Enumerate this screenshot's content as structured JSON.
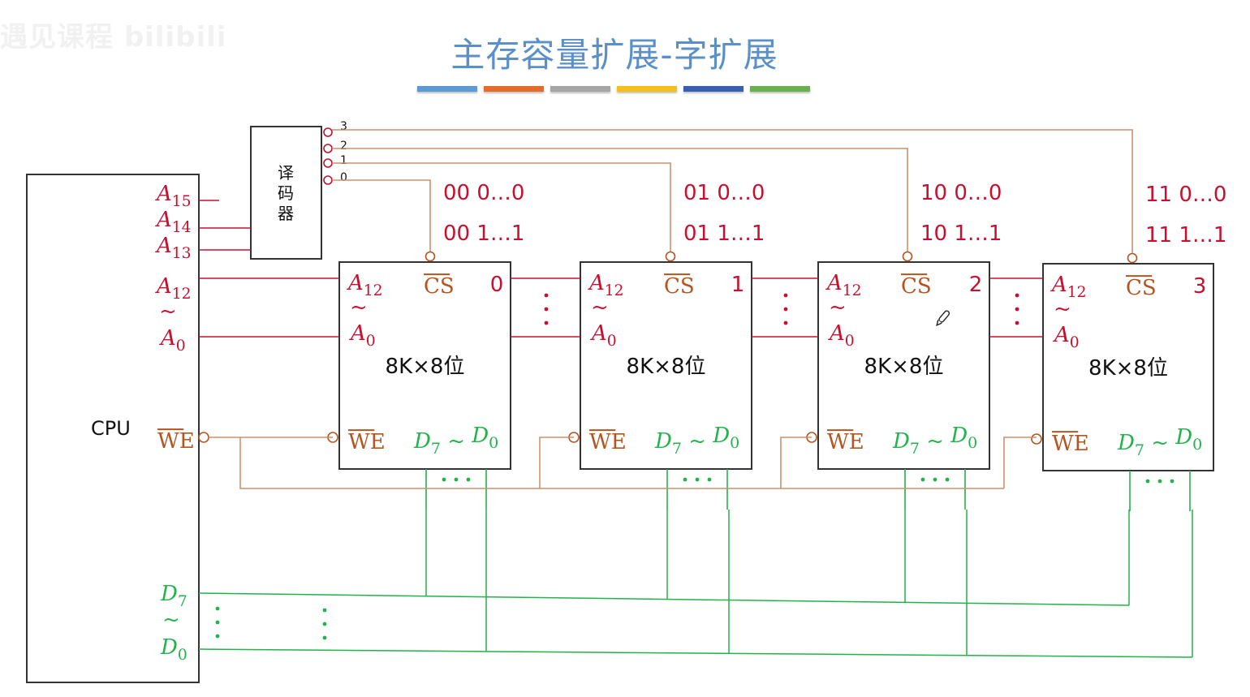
{
  "watermark": "遇见课程 bilibili",
  "title": "主存容量扩展-字扩展",
  "color_bar": [
    "#5b9bd5",
    "#e46c2b",
    "#a5a5a5",
    "#f5c01a",
    "#3a5fb0",
    "#6ab04c"
  ],
  "colors": {
    "address": "#c8102e",
    "control": "#b5541f",
    "data": "#22b34a",
    "wire_control": "#c9926b",
    "box": "#333333"
  },
  "cpu": {
    "label": "CPU",
    "pins": {
      "a15": {
        "base": "A",
        "sub": "15"
      },
      "a14": {
        "base": "A",
        "sub": "14"
      },
      "a13": {
        "base": "A",
        "sub": "13"
      },
      "a12": {
        "base": "A",
        "sub": "12"
      },
      "a0": {
        "base": "A",
        "sub": "0"
      },
      "tilde": "~",
      "we": "WE",
      "d7": {
        "base": "D",
        "sub": "7"
      },
      "d0": {
        "base": "D",
        "sub": "0"
      }
    }
  },
  "decoder": {
    "label_chars": [
      "译",
      "码",
      "器"
    ],
    "outputs": [
      "3",
      "2",
      "1",
      "0"
    ]
  },
  "chips": [
    {
      "index": "0",
      "addr_start": "00 0…0",
      "addr_end": "00 1…1",
      "capacity": "8K×8位",
      "cs": "CS",
      "we": "WE",
      "a_hi": {
        "base": "A",
        "sub": "12"
      },
      "a_lo": {
        "base": "A",
        "sub": "0"
      },
      "data": {
        "hi": "D",
        "hi_sub": "7",
        "sep": "~",
        "lo": "D",
        "lo_sub": "0"
      }
    },
    {
      "index": "1",
      "addr_start": "01 0…0",
      "addr_end": "01 1…1",
      "capacity": "8K×8位",
      "cs": "CS",
      "we": "WE",
      "a_hi": {
        "base": "A",
        "sub": "12"
      },
      "a_lo": {
        "base": "A",
        "sub": "0"
      },
      "data": {
        "hi": "D",
        "hi_sub": "7",
        "sep": "~",
        "lo": "D",
        "lo_sub": "0"
      }
    },
    {
      "index": "2",
      "addr_start": "10 0…0",
      "addr_end": "10 1…1",
      "capacity": "8K×8位",
      "cs": "CS",
      "we": "WE",
      "a_hi": {
        "base": "A",
        "sub": "12"
      },
      "a_lo": {
        "base": "A",
        "sub": "0"
      },
      "data": {
        "hi": "D",
        "hi_sub": "7",
        "sep": "~",
        "lo": "D",
        "lo_sub": "0"
      }
    },
    {
      "index": "3",
      "addr_start": "11 0…0",
      "addr_end": "11 1…1",
      "capacity": "8K×8位",
      "cs": "CS",
      "we": "WE",
      "a_hi": {
        "base": "A",
        "sub": "12"
      },
      "a_lo": {
        "base": "A",
        "sub": "0"
      },
      "data": {
        "hi": "D",
        "hi_sub": "7",
        "sep": "~",
        "lo": "D",
        "lo_sub": "0"
      }
    }
  ],
  "ellipsis_dots": "• • •",
  "cursor_icon": "pencil-icon"
}
